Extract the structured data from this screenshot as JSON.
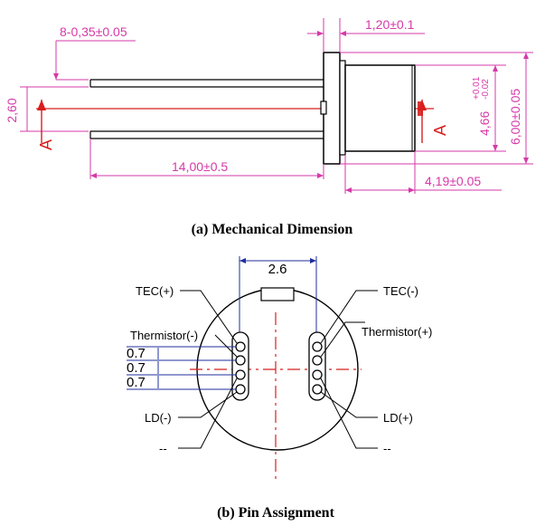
{
  "mechanical": {
    "caption": "(a) Mechanical Dimension",
    "dims": {
      "lead_count_dia": "8-0,35±0.05",
      "flange_thickness": "1,20±0.1",
      "lead_spacing": "2,60",
      "cap_diameter_main": "4,66",
      "cap_diameter_tol_upper": "+0.01",
      "cap_diameter_tol_lower": "-0.02",
      "flange_diameter": "6,00±0.05",
      "lead_length": "14,00±0.5",
      "body_length": "4,19±0.05"
    },
    "section_marker": "A",
    "colors": {
      "dimension": "#d63aa8",
      "centerline": "#d81e1e",
      "outline": "#000000"
    }
  },
  "pins": {
    "caption": "(b) Pin Assignment",
    "row_spacing": "2.6",
    "pin_pitch": [
      "0.7",
      "0.7",
      "0.7"
    ],
    "left_labels": [
      "TEC(+)",
      "Thermistor(-)",
      "LD(-)",
      "--"
    ],
    "right_labels": [
      "TEC(-)",
      "Thermistor(+)",
      "LD(+)",
      "--"
    ],
    "colors": {
      "pitch_lines": "#1f2f9c",
      "centerline": "#d81e1e",
      "outline": "#000000"
    }
  }
}
